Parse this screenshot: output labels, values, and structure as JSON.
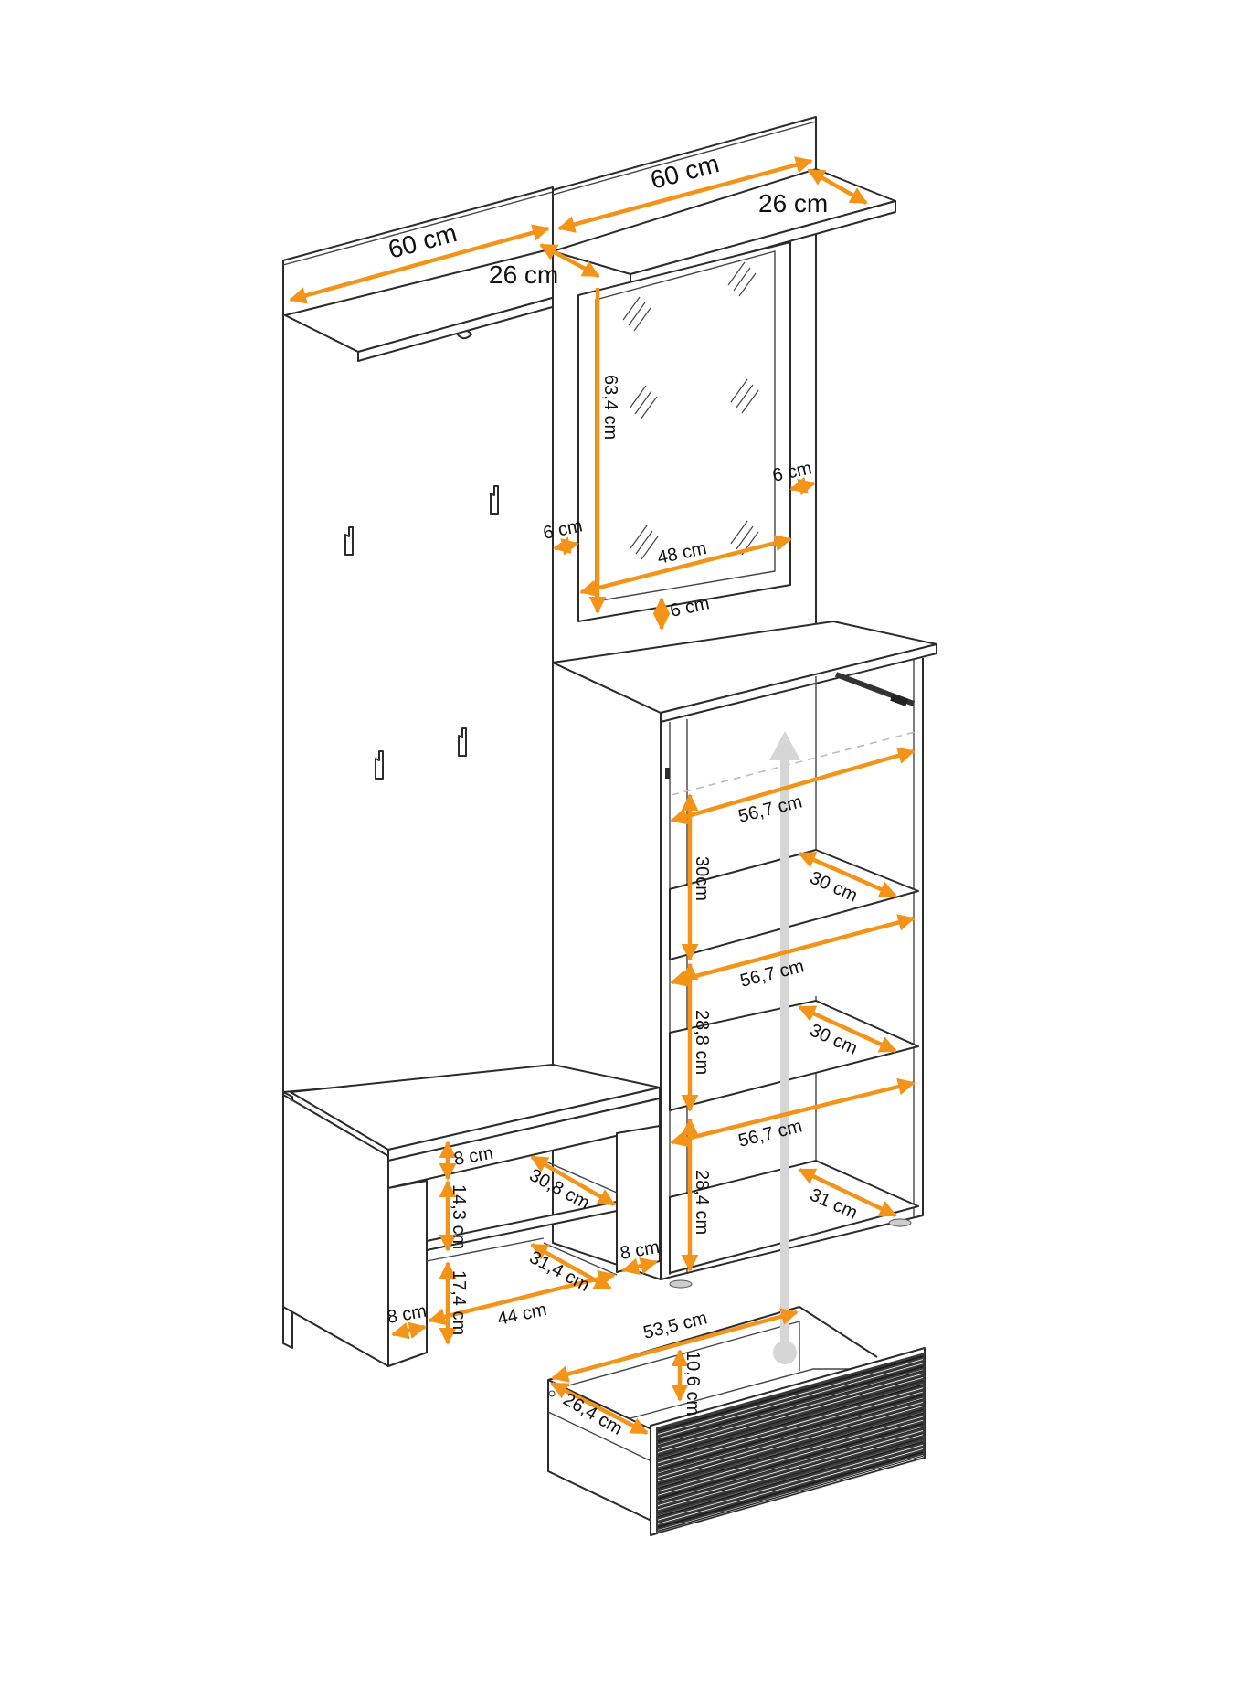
{
  "colors": {
    "dimension": "#f39418",
    "outline": "#2b2b2b",
    "drawer_arrow": "#d6d6d6",
    "drawer_front": "#2a2a2a",
    "background": "#ffffff"
  },
  "components": {
    "top_left_shelf": {
      "width": "60 cm",
      "depth": "26 cm"
    },
    "top_right_shelf": {
      "width": "60 cm",
      "depth": "26 cm"
    },
    "mirror": {
      "height": "63,4 cm",
      "width": "48 cm",
      "frame_left": "6 cm",
      "frame_right": "6 cm",
      "frame_bottom": "6 cm"
    },
    "shelf_cabinet": {
      "compartments": [
        {
          "inner_width": "56,7 cm",
          "height": "30cm",
          "shelf_depth": "30 cm"
        },
        {
          "inner_width": "56,7 cm",
          "height": "28,8 cm",
          "shelf_depth": "30 cm"
        },
        {
          "inner_width": "56,7 cm",
          "height": "28,4 cm",
          "shelf_depth": "31 cm"
        }
      ]
    },
    "bench": {
      "seat_apron": "8 cm",
      "upper_opening_height": "14,3 cm",
      "upper_shelf_depth": "30,8 cm",
      "lower_opening_height": "17,4 cm",
      "lower_shelf_depth": "31,4 cm",
      "inner_width": "44 cm",
      "left_leg_width": "8 cm",
      "right_leg_width": "8 cm"
    },
    "drawer": {
      "width": "53,5 cm",
      "height": "10,6 cm",
      "depth": "26,4 cm"
    }
  },
  "icons": {
    "coat_hook": "coat-hook-icon",
    "drawer_slide": "drawer-slide-icon",
    "insert_arrow": "arrow-up-icon",
    "mirror_glare": "glass-glare-icon"
  }
}
